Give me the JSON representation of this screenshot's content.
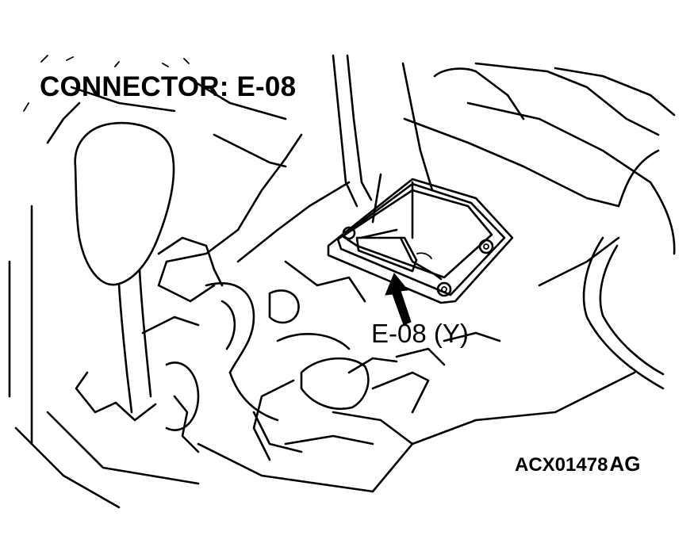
{
  "diagram": {
    "title": "CONNECTOR: E-08",
    "callout_label": "E-08 (Y)",
    "figure_id": "ACX01478",
    "figure_suffix": "AG",
    "line_color": "#000000",
    "background_color": "#ffffff"
  }
}
